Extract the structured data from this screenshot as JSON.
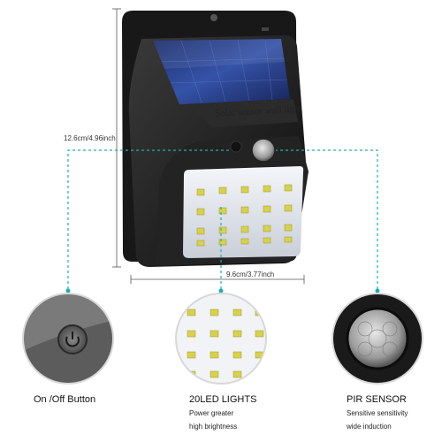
{
  "product": {
    "brand_label": "Solar sensor wall light"
  },
  "dimensions": {
    "height": "12.6cm/4.96inch",
    "width": "9.6cm/3.77inch"
  },
  "features": [
    {
      "title": "On /Off Button",
      "lines": []
    },
    {
      "title": "20LED LIGHTS",
      "lines": [
        "Power greater",
        "high brightness"
      ]
    },
    {
      "title": "PIR SENSOR",
      "lines": [
        "Sensitive sensitivity",
        "wide induction"
      ]
    }
  ],
  "colors": {
    "accent_teal": "#1ab0b8",
    "body_black": "#1c1c1c",
    "solar_blue": "#243a86"
  }
}
